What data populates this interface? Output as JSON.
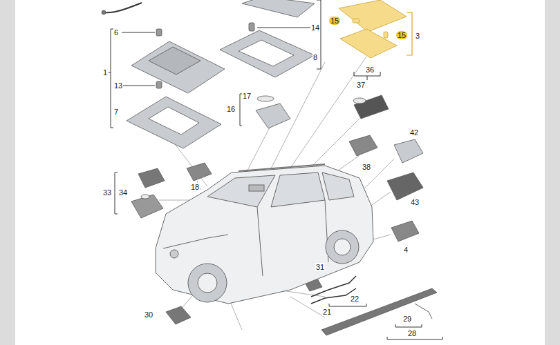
{
  "diagram": {
    "labels": [
      "6",
      "14",
      "15",
      "15",
      "3",
      "8",
      "1",
      "13",
      "7",
      "36",
      "37",
      "17",
      "16",
      "42",
      "38",
      "33",
      "34",
      "18",
      "43",
      "4",
      "31",
      "22",
      "21",
      "30",
      "29",
      "28"
    ]
  }
}
